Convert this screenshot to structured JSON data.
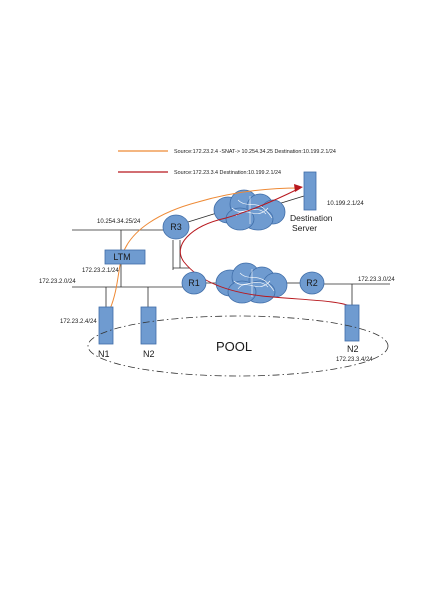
{
  "legend": {
    "snat_flow": "Source:172.23.2.4 -SNAT-> 10.254.34.25 Destination:10.199.2.1/24",
    "direct_flow": "Source:172.23.3.4 Destination:10.199.2.1/24"
  },
  "labels": {
    "net_10_254": "10.254.34.25/24",
    "ltm_ip": "172.23.2.1/24",
    "net_172_23_2": "172.23.2.0/24",
    "n1_ip": "172.23.2.4/24",
    "net_172_23_3": "172.23.3.0/24",
    "n2_right_ip": "172.23.3.4/24",
    "dest_ip": "10.199.2.1/24",
    "dest_name_line1": "Destination",
    "dest_name_line2": "Server",
    "pool": "POOL"
  },
  "devices": {
    "r3": "R3",
    "r1": "R1",
    "r2": "R2",
    "ltm": "LTM",
    "n1": "N1",
    "n2_left": "N2",
    "n2_right": "N2"
  },
  "colors": {
    "device_fill": "#6f9bd0",
    "device_stroke": "#3f6da8",
    "snat_flow": "#ee8a36",
    "direct_flow": "#b8181e",
    "wire": "#2a2a2a"
  }
}
